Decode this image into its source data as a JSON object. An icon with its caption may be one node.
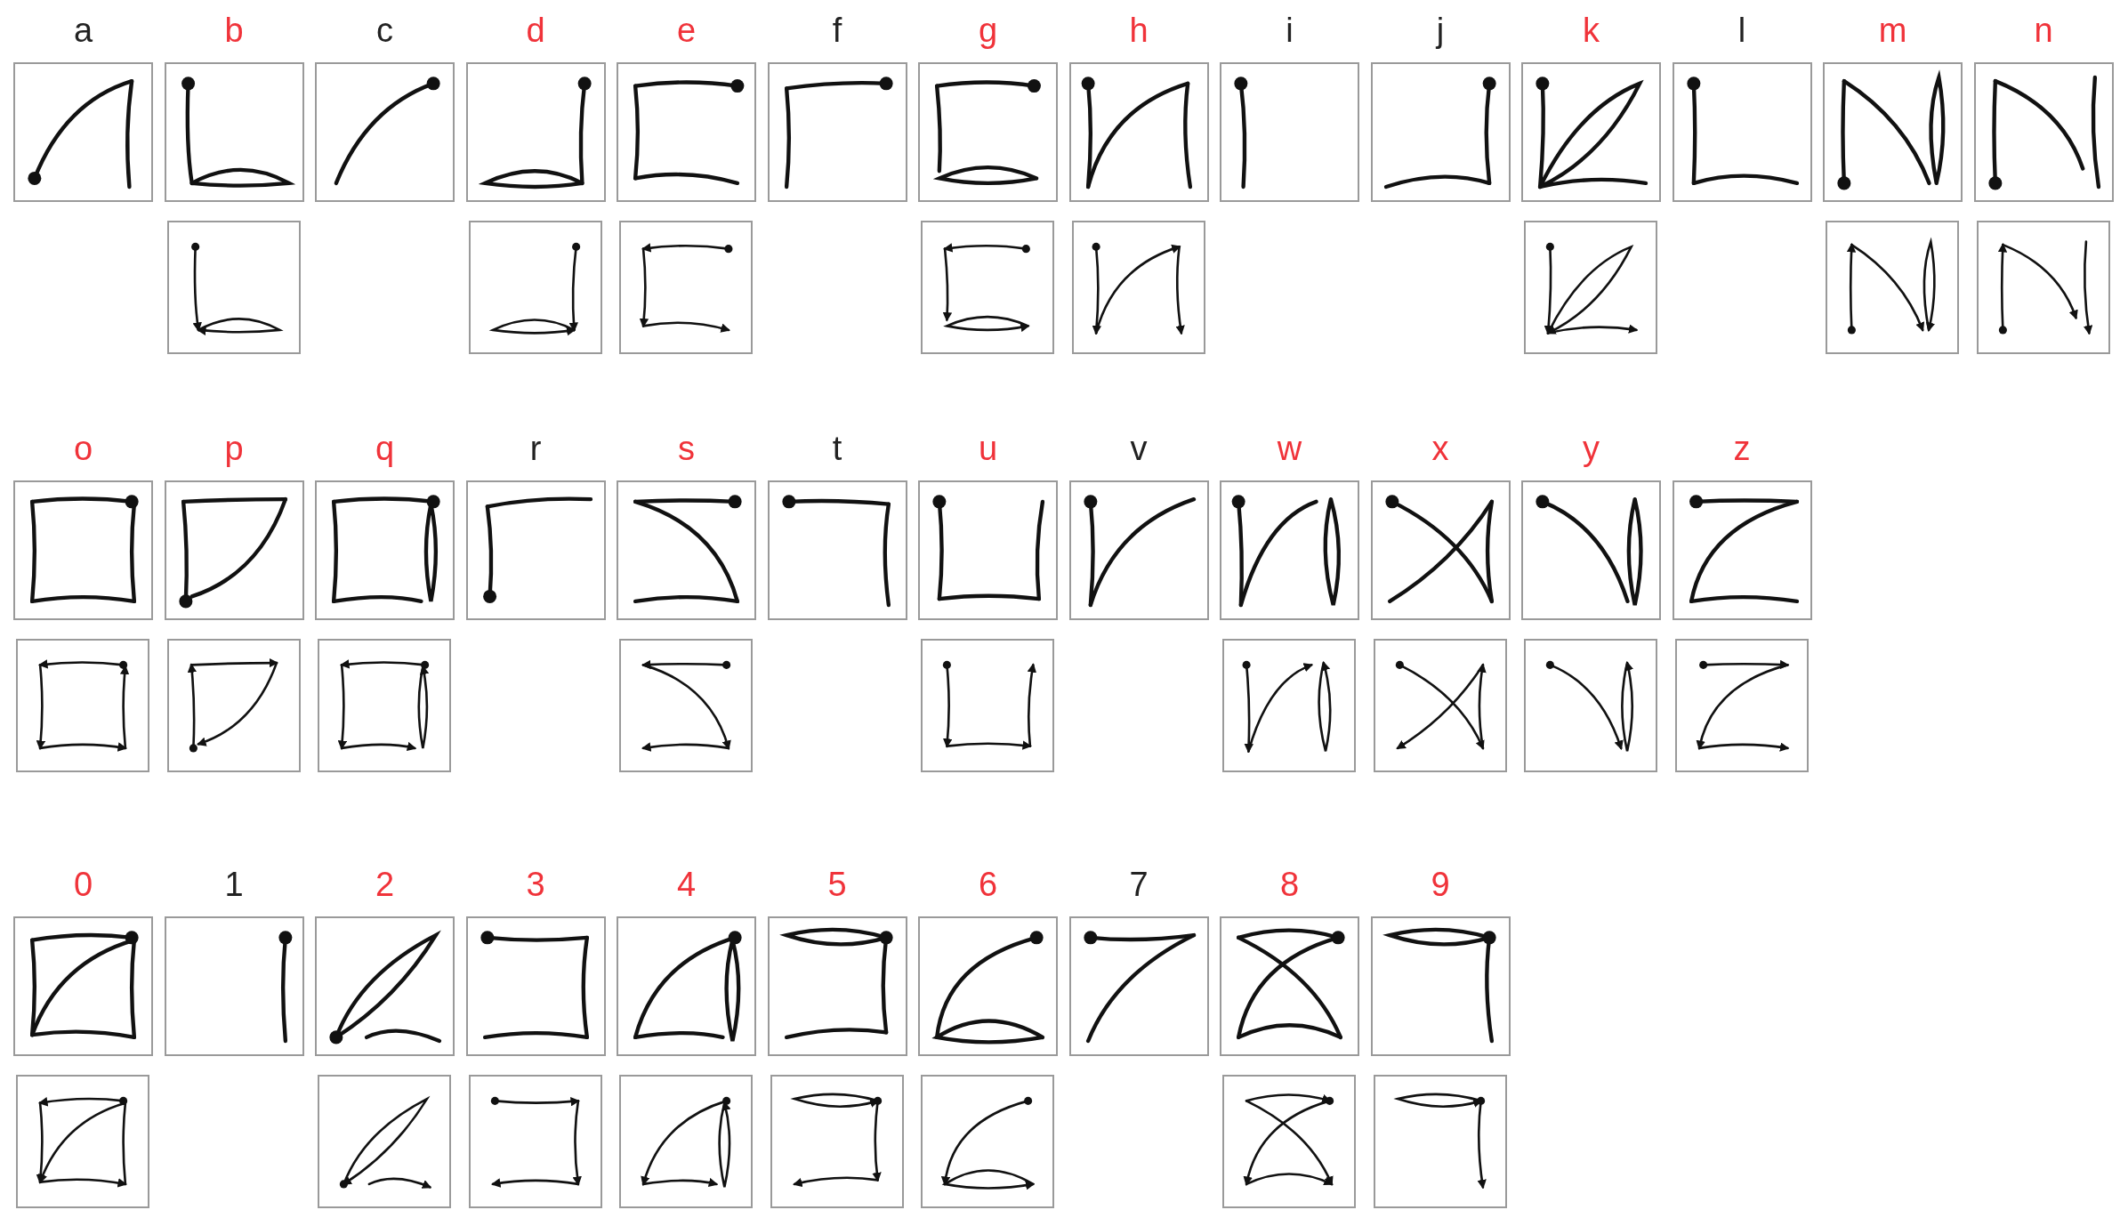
{
  "diagram": {
    "labels": [
      "a",
      "b",
      "c",
      "d",
      "e",
      "f",
      "g",
      "h",
      "i",
      "j",
      "k",
      "l",
      "m",
      "n",
      "o",
      "p",
      "q",
      "r",
      "s",
      "t",
      "u",
      "v",
      "w",
      "x",
      "y",
      "z",
      "0",
      "1",
      "2",
      "3",
      "4",
      "5",
      "6",
      "7",
      "8",
      "9"
    ]
  }
}
